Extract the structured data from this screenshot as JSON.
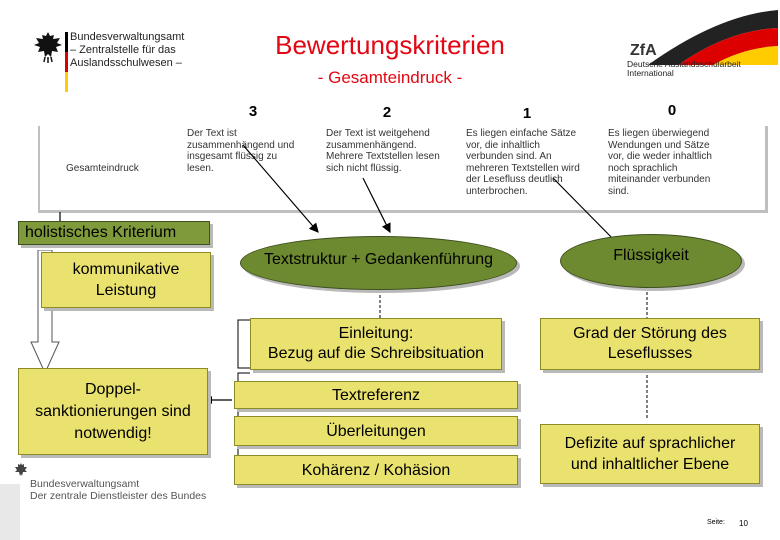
{
  "header": {
    "org_text": "Bundesverwaltungsamt\n– Zentralstelle für das\nAuslandsschulwesen –",
    "title": "Bewertungskriterien",
    "subtitle": "- Gesamteindruck -",
    "zfa_title": "ZfA",
    "zfa_sub": "Deutsche Auslandsschularbeit\nInternational"
  },
  "colors": {
    "title": "#e30613",
    "box_yellow": "#eae26e",
    "box_green": "#7e9a3a",
    "ellipse_green": "#6d8a30",
    "arrow_grey": "#bfbfbf"
  },
  "scores": [
    "3",
    "2",
    "1",
    "0"
  ],
  "table": {
    "row_label": "Gesamteindruck",
    "cells": [
      "Der Text ist\nzusammenhängend und\ninsgesamt flüssig zu\nlesen.",
      "Der Text ist weitgehend\nzusammenhängend.\nMehrere Textstellen lesen\nsich nicht flüssig.",
      "Es liegen einfache Sätze\nvor, die inhaltlich\nverbunden sind. An\nmehreren Textstellen wird\nder Lesefluss deutlich\nunterbrochen.",
      "Es liegen überwiegend\nWendungen und Sätze\nvor, die weder inhaltlich\nnoch sprachlich\nmiteinander verbunden\nsind."
    ]
  },
  "diagram": {
    "holistic": "holistisches Kriterium",
    "communicative": "kommunikative\nLeistung",
    "double": "Doppel-\nsanktionierungen sind\nnotwendig!",
    "structure": "Textstruktur + Gedankenführung",
    "fluency": "Flüssigkeit",
    "intro": "Einleitung:\nBezug auf die Schreibsituation",
    "disturbance": "Grad der Störung des\nLeseflusses",
    "textref": "Textreferenz",
    "transitions": "Überleitungen",
    "coherence": "Kohärenz / Kohäsion",
    "deficits": "Defizite auf sprachlicher\nund inhaltlicher Ebene"
  },
  "footer": {
    "org_text": "Bundesverwaltungsamt\nDer zentrale Dienstleister des Bundes",
    "page_label": "Seite:",
    "page_number": "10"
  }
}
